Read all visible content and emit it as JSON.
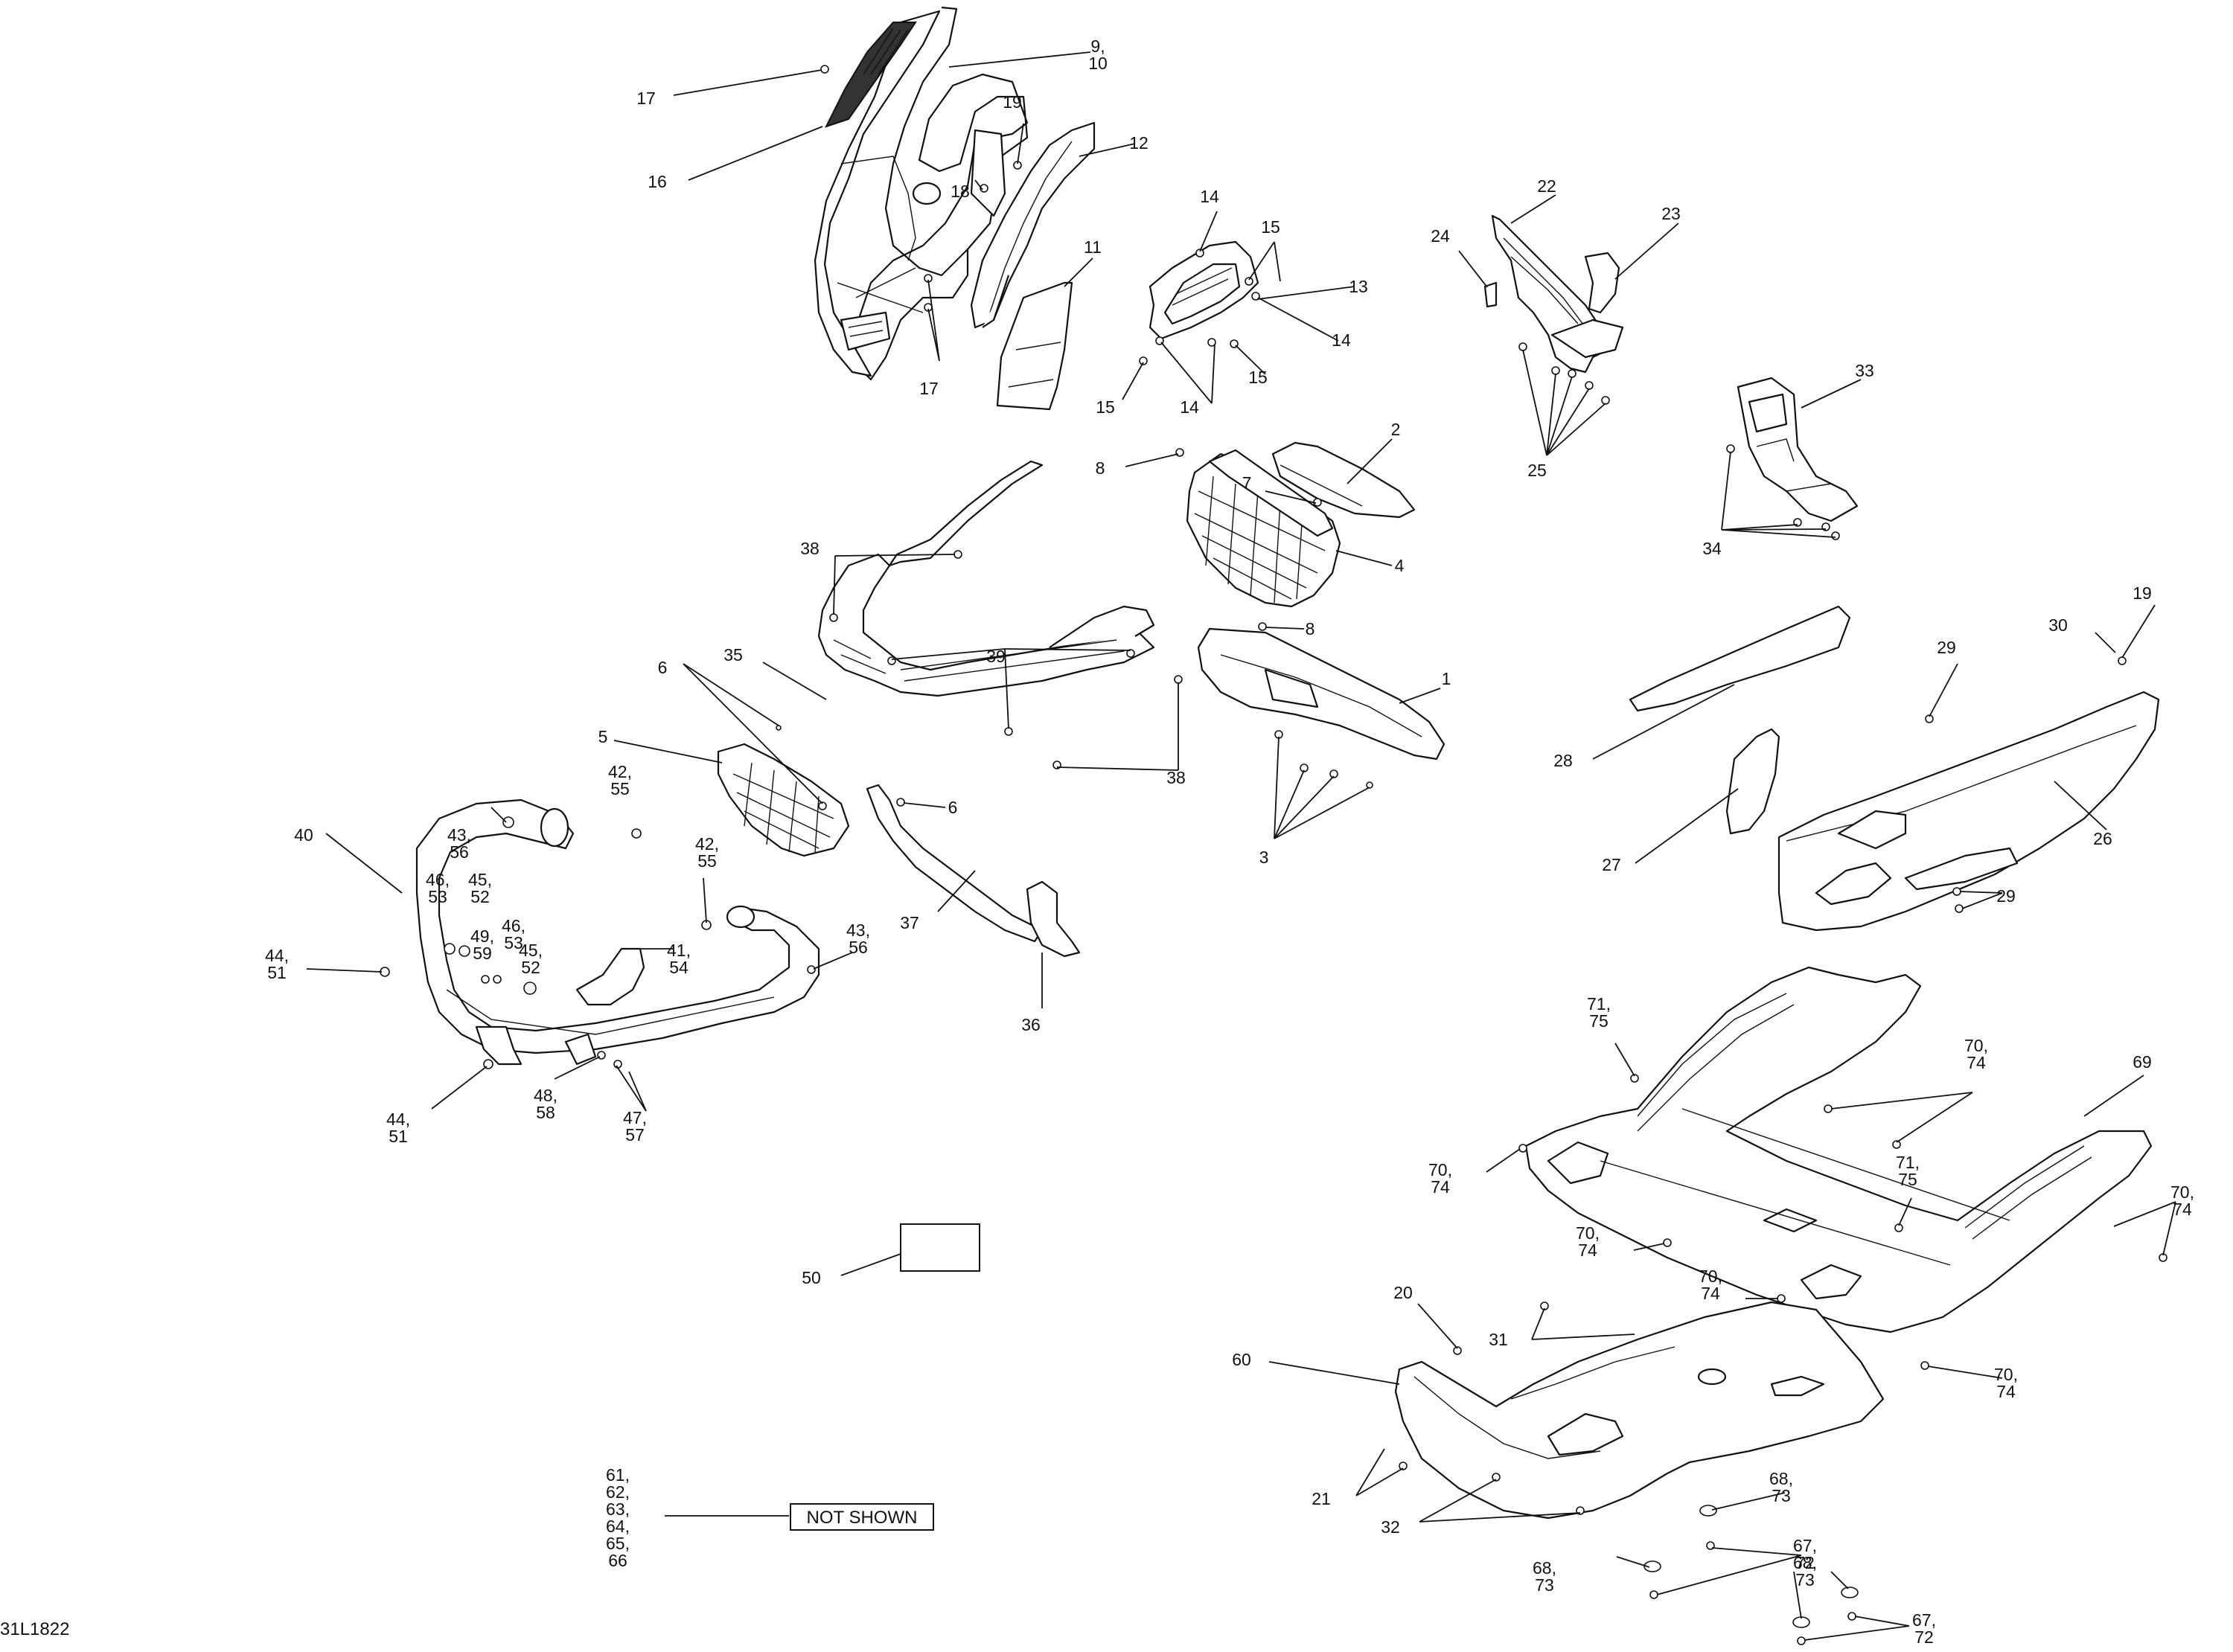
{
  "drawing_ref": "31L1822",
  "not_shown_label": "NOT SHOWN",
  "callouts": [
    {
      "id": "c9",
      "lines": [
        "9,",
        "10"
      ]
    },
    {
      "id": "c17a",
      "lines": [
        "17"
      ]
    },
    {
      "id": "c16",
      "lines": [
        "16"
      ]
    },
    {
      "id": "c19a",
      "lines": [
        "19"
      ]
    },
    {
      "id": "c12",
      "lines": [
        "12"
      ]
    },
    {
      "id": "c18",
      "lines": [
        "18"
      ]
    },
    {
      "id": "c11",
      "lines": [
        "11"
      ]
    },
    {
      "id": "c17b",
      "lines": [
        "17"
      ]
    },
    {
      "id": "c14a",
      "lines": [
        "14"
      ]
    },
    {
      "id": "c15a",
      "lines": [
        "15"
      ]
    },
    {
      "id": "c13",
      "lines": [
        "13"
      ]
    },
    {
      "id": "c14b",
      "lines": [
        "14"
      ]
    },
    {
      "id": "c15b",
      "lines": [
        "15"
      ]
    },
    {
      "id": "c14c",
      "lines": [
        "14"
      ]
    },
    {
      "id": "c15c",
      "lines": [
        "15"
      ]
    },
    {
      "id": "c22",
      "lines": [
        "22"
      ]
    },
    {
      "id": "c24",
      "lines": [
        "24"
      ]
    },
    {
      "id": "c23",
      "lines": [
        "23"
      ]
    },
    {
      "id": "c25",
      "lines": [
        "25"
      ]
    },
    {
      "id": "c33",
      "lines": [
        "33"
      ]
    },
    {
      "id": "c34",
      "lines": [
        "34"
      ]
    },
    {
      "id": "c2",
      "lines": [
        "2"
      ]
    },
    {
      "id": "c8a",
      "lines": [
        "8"
      ]
    },
    {
      "id": "c7",
      "lines": [
        "7"
      ]
    },
    {
      "id": "c4",
      "lines": [
        "4"
      ]
    },
    {
      "id": "c8b",
      "lines": [
        "8"
      ]
    },
    {
      "id": "c1",
      "lines": [
        "1"
      ]
    },
    {
      "id": "c3",
      "lines": [
        "3"
      ]
    },
    {
      "id": "c38a",
      "lines": [
        "38"
      ]
    },
    {
      "id": "c35",
      "lines": [
        "35"
      ]
    },
    {
      "id": "c39",
      "lines": [
        "39"
      ]
    },
    {
      "id": "c38b",
      "lines": [
        "38"
      ]
    },
    {
      "id": "c6a",
      "lines": [
        "6"
      ]
    },
    {
      "id": "c5",
      "lines": [
        "5"
      ]
    },
    {
      "id": "c6b",
      "lines": [
        "6"
      ]
    },
    {
      "id": "c37",
      "lines": [
        "37"
      ]
    },
    {
      "id": "c36",
      "lines": [
        "36"
      ]
    },
    {
      "id": "c42a",
      "lines": [
        "42,",
        "55"
      ]
    },
    {
      "id": "c42b",
      "lines": [
        "42,",
        "55"
      ]
    },
    {
      "id": "c40",
      "lines": [
        "40"
      ]
    },
    {
      "id": "c43a",
      "lines": [
        "43,",
        "56"
      ]
    },
    {
      "id": "c46a",
      "lines": [
        "46,",
        "53"
      ]
    },
    {
      "id": "c45a",
      "lines": [
        "45,",
        "52"
      ]
    },
    {
      "id": "c49",
      "lines": [
        "49,",
        "59"
      ]
    },
    {
      "id": "c46b",
      "lines": [
        "46,",
        "53"
      ]
    },
    {
      "id": "c45b",
      "lines": [
        "45,",
        "52"
      ]
    },
    {
      "id": "c41",
      "lines": [
        "41,",
        "54"
      ]
    },
    {
      "id": "c43b",
      "lines": [
        "43,",
        "56"
      ]
    },
    {
      "id": "c44a",
      "lines": [
        "44,",
        "51"
      ]
    },
    {
      "id": "c44b",
      "lines": [
        "44,",
        "51"
      ]
    },
    {
      "id": "c48",
      "lines": [
        "48,",
        "58"
      ]
    },
    {
      "id": "c47",
      "lines": [
        "47,",
        "57"
      ]
    },
    {
      "id": "c50",
      "lines": [
        "50"
      ]
    },
    {
      "id": "c61",
      "lines": [
        "61,",
        "62,",
        "63,",
        "64,",
        "65,",
        "66"
      ]
    },
    {
      "id": "c28",
      "lines": [
        "28"
      ]
    },
    {
      "id": "c29a",
      "lines": [
        "29"
      ]
    },
    {
      "id": "c30",
      "lines": [
        "30"
      ]
    },
    {
      "id": "c19b",
      "lines": [
        "19"
      ]
    },
    {
      "id": "c26",
      "lines": [
        "26"
      ]
    },
    {
      "id": "c27",
      "lines": [
        "27"
      ]
    },
    {
      "id": "c29b",
      "lines": [
        "29"
      ]
    },
    {
      "id": "c71a",
      "lines": [
        "71,",
        "75"
      ]
    },
    {
      "id": "c70a",
      "lines": [
        "70,",
        "74"
      ]
    },
    {
      "id": "c69",
      "lines": [
        "69"
      ]
    },
    {
      "id": "c70b",
      "lines": [
        "70,",
        "74"
      ]
    },
    {
      "id": "c71b",
      "lines": [
        "71,",
        "75"
      ]
    },
    {
      "id": "c70c",
      "lines": [
        "70,",
        "74"
      ]
    },
    {
      "id": "c70d",
      "lines": [
        "70,",
        "74"
      ]
    },
    {
      "id": "c70e",
      "lines": [
        "70,",
        "74"
      ]
    },
    {
      "id": "c20",
      "lines": [
        "20"
      ]
    },
    {
      "id": "c31",
      "lines": [
        "31"
      ]
    },
    {
      "id": "c60",
      "lines": [
        "60"
      ]
    },
    {
      "id": "c70f",
      "lines": [
        "70,",
        "74"
      ]
    },
    {
      "id": "c21",
      "lines": [
        "21"
      ]
    },
    {
      "id": "c32",
      "lines": [
        "32"
      ]
    },
    {
      "id": "c68a",
      "lines": [
        "68,",
        "73"
      ]
    },
    {
      "id": "c67a",
      "lines": [
        "67,",
        "72"
      ]
    },
    {
      "id": "c68b",
      "lines": [
        "68,",
        "73"
      ]
    },
    {
      "id": "c68c",
      "lines": [
        "68,",
        "73"
      ]
    },
    {
      "id": "c67b",
      "lines": [
        "67,",
        "72"
      ]
    }
  ]
}
